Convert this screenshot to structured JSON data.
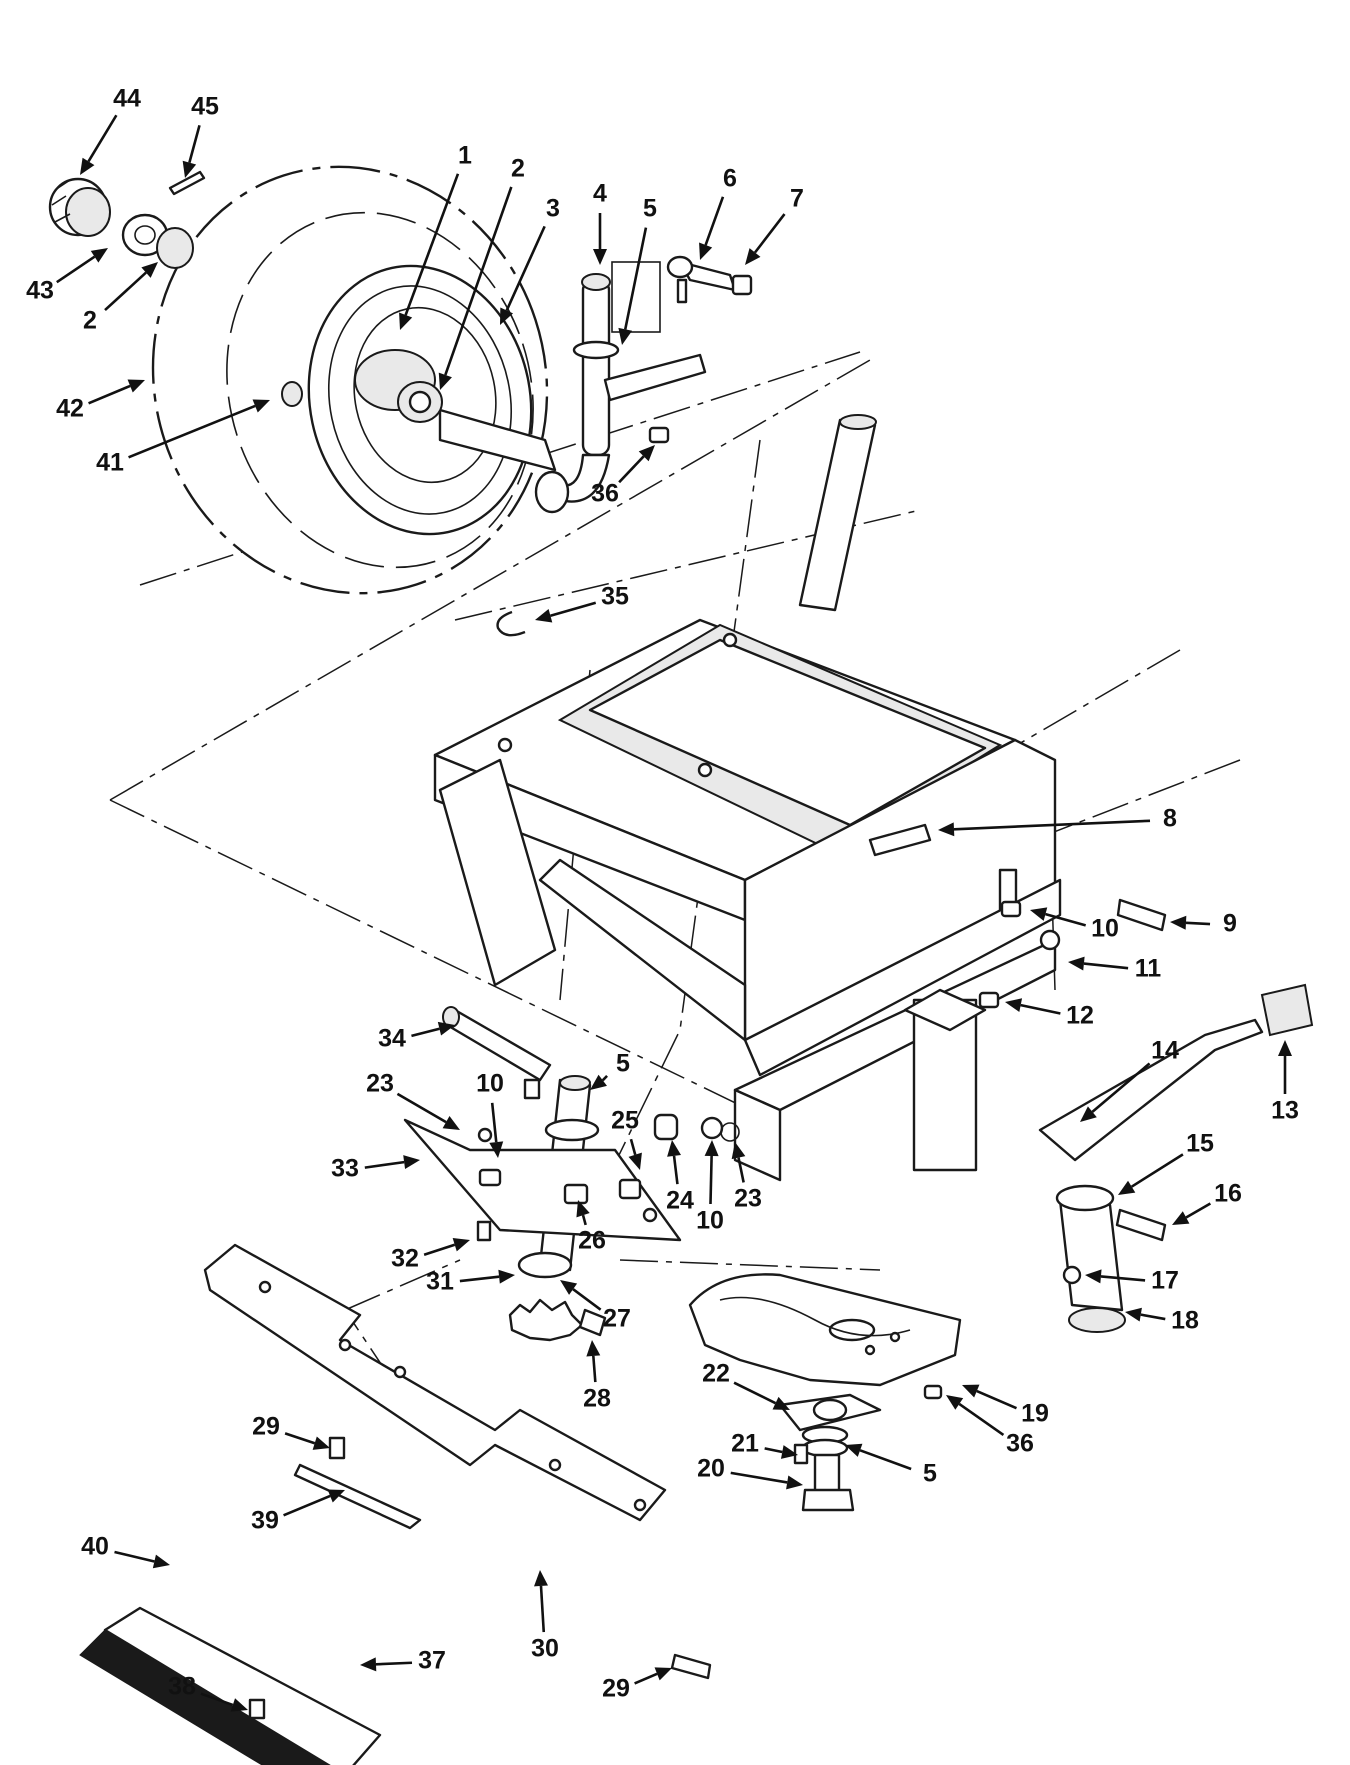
{
  "figure": {
    "colors": {
      "ink": "#111111",
      "paper": "#ffffff",
      "shade": "#e9e9e9"
    },
    "callouts": [
      {
        "id": "c44",
        "label": "44"
      },
      {
        "id": "c45",
        "label": "45"
      },
      {
        "id": "c1",
        "label": "1"
      },
      {
        "id": "c2a",
        "label": "2"
      },
      {
        "id": "c3",
        "label": "3"
      },
      {
        "id": "c4",
        "label": "4"
      },
      {
        "id": "c5a",
        "label": "5"
      },
      {
        "id": "c6",
        "label": "6"
      },
      {
        "id": "c7",
        "label": "7"
      },
      {
        "id": "c43",
        "label": "43"
      },
      {
        "id": "c2b",
        "label": "2"
      },
      {
        "id": "c42",
        "label": "42"
      },
      {
        "id": "c41",
        "label": "41"
      },
      {
        "id": "c36a",
        "label": "36"
      },
      {
        "id": "c35",
        "label": "35"
      },
      {
        "id": "c8",
        "label": "8"
      },
      {
        "id": "c9",
        "label": "9"
      },
      {
        "id": "c10a",
        "label": "10"
      },
      {
        "id": "c11",
        "label": "11"
      },
      {
        "id": "c12",
        "label": "12"
      },
      {
        "id": "c34",
        "label": "34"
      },
      {
        "id": "c14",
        "label": "14"
      },
      {
        "id": "c13",
        "label": "13"
      },
      {
        "id": "c5b",
        "label": "5"
      },
      {
        "id": "c23a",
        "label": "23"
      },
      {
        "id": "c10b",
        "label": "10"
      },
      {
        "id": "c25",
        "label": "25"
      },
      {
        "id": "c33",
        "label": "33"
      },
      {
        "id": "c15",
        "label": "15"
      },
      {
        "id": "c16",
        "label": "16"
      },
      {
        "id": "c24",
        "label": "24"
      },
      {
        "id": "c10c",
        "label": "10"
      },
      {
        "id": "c23b",
        "label": "23"
      },
      {
        "id": "c32",
        "label": "32"
      },
      {
        "id": "c26",
        "label": "26"
      },
      {
        "id": "c31",
        "label": "31"
      },
      {
        "id": "c27",
        "label": "27"
      },
      {
        "id": "c17",
        "label": "17"
      },
      {
        "id": "c18",
        "label": "18"
      },
      {
        "id": "c28",
        "label": "28"
      },
      {
        "id": "c22",
        "label": "22"
      },
      {
        "id": "c19",
        "label": "19"
      },
      {
        "id": "c21",
        "label": "21"
      },
      {
        "id": "c36b",
        "label": "36"
      },
      {
        "id": "c29a",
        "label": "29"
      },
      {
        "id": "c20",
        "label": "20"
      },
      {
        "id": "c5c",
        "label": "5"
      },
      {
        "id": "c39",
        "label": "39"
      },
      {
        "id": "c40",
        "label": "40"
      },
      {
        "id": "c30",
        "label": "30"
      },
      {
        "id": "c38",
        "label": "38"
      },
      {
        "id": "c37",
        "label": "37"
      },
      {
        "id": "c29b",
        "label": "29"
      }
    ]
  }
}
